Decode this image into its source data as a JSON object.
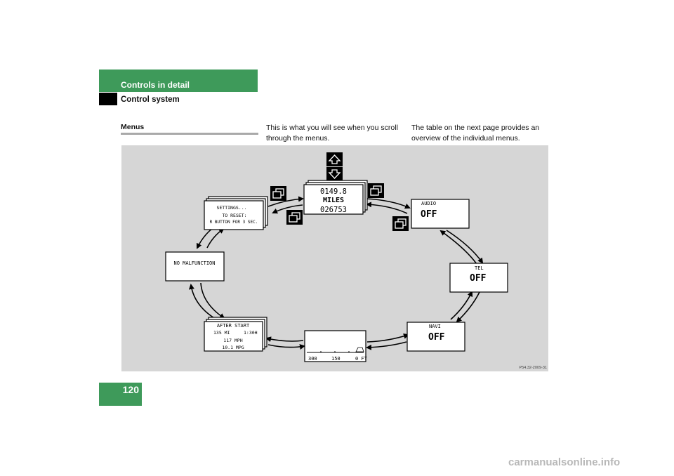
{
  "header": {
    "title": "Controls in detail",
    "subtitle": "Control system"
  },
  "section": {
    "label": "Menus"
  },
  "text": {
    "col2": "This is what you will see when you scroll through the menus.",
    "col3": "The table on the next page provides an overview of the individual menus."
  },
  "figure": {
    "trip": {
      "line1": "0149.8",
      "line2": "MILES",
      "line3": "026753"
    },
    "audio": {
      "label": "AUDIO",
      "value": "OFF"
    },
    "tel": {
      "label": "TEL",
      "value": "OFF"
    },
    "navi": {
      "label": "NAVI",
      "value": "OFF"
    },
    "radar": {
      "ticks": [
        "300",
        "150",
        "0 FT"
      ]
    },
    "after_start": {
      "title": "AFTER START",
      "distance": "135 MI",
      "time": "1:30H",
      "speed": "117 MPH",
      "economy": "10.1 MPG"
    },
    "malfunction": {
      "text": "NO MALFUNCTION"
    },
    "settings": {
      "title": "SETTINGS...",
      "line2": "TO RESET:",
      "line3": "R BUTTON FOR 3 SEC."
    },
    "code": "P54.32-2009-31"
  },
  "page": {
    "number": "120"
  },
  "watermark": "carmanualsonline.info",
  "colors": {
    "accent": "#3e9a5a",
    "figure_bg": "#d6d6d6"
  }
}
